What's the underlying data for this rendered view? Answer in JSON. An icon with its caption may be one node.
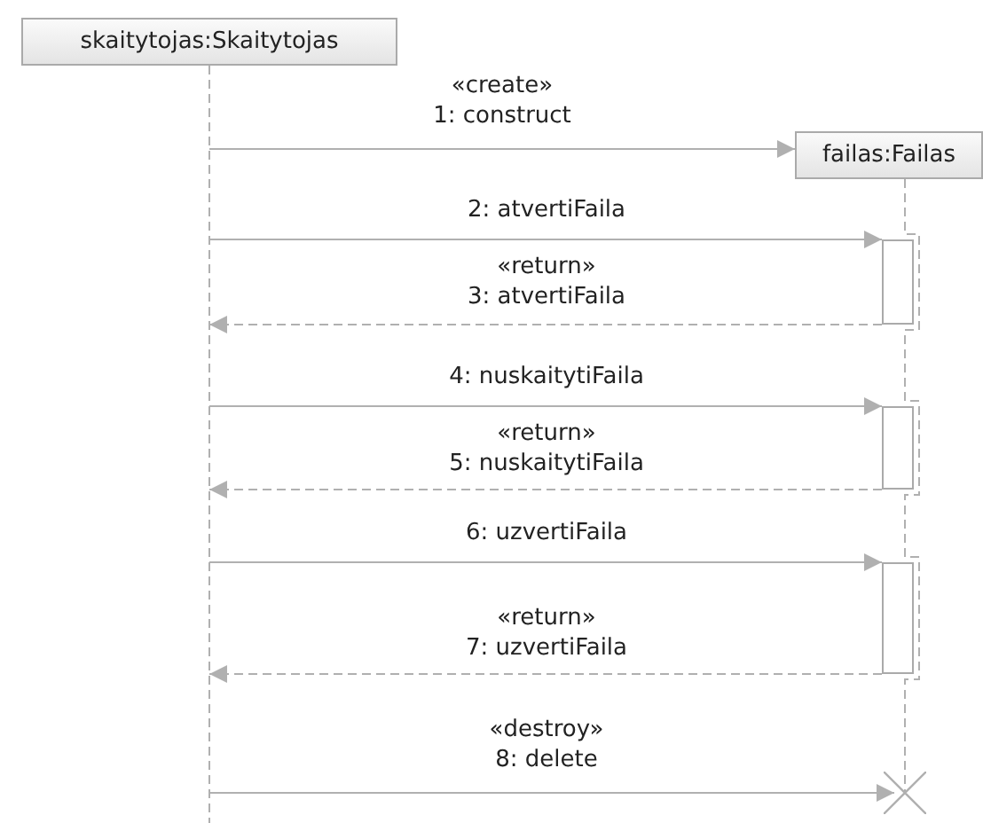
{
  "diagram": {
    "nodes": [
      {
        "text": [
          "skaitytojas:Skaitytojas"
        ]
      },
      {
        "text": [
          "failas:Failas"
        ]
      },
      {
        "text": [],
        "shape": "bar"
      },
      {
        "text": [],
        "shape": "bar"
      },
      {
        "text": [],
        "shape": "bar"
      },
      {
        "text": [],
        "shape": "cross"
      }
    ],
    "edges": [
      {
        "from": 0,
        "to": 1,
        "arrow": "to",
        "label": "«create» 1: construct"
      },
      {
        "from": 0,
        "to": 2,
        "arrow": "to",
        "label": "2: atvertiFaila"
      },
      {
        "from": 2,
        "to": 0,
        "arrow": "to",
        "label": "«return» 3: atvertiFaila",
        "style": "dashed"
      },
      {
        "from": 0,
        "to": 3,
        "arrow": "to",
        "label": "4: nuskaitytiFaila"
      },
      {
        "from": 3,
        "to": 0,
        "arrow": "to",
        "label": "«return» 5: nuskaitytiFaila",
        "style": "dashed"
      },
      {
        "from": 0,
        "to": 4,
        "arrow": "to",
        "label": "6: uzvertiFaila"
      },
      {
        "from": 4,
        "to": 0,
        "arrow": "to",
        "label": "«return» 7: uzvertiFaila",
        "style": "dashed"
      },
      {
        "from": 0,
        "to": 5,
        "arrow": "to",
        "label": "«destroy» 8: delete"
      },
      {
        "from": 1,
        "to": 5,
        "arrow": "none",
        "style": "dashed"
      }
    ]
  }
}
